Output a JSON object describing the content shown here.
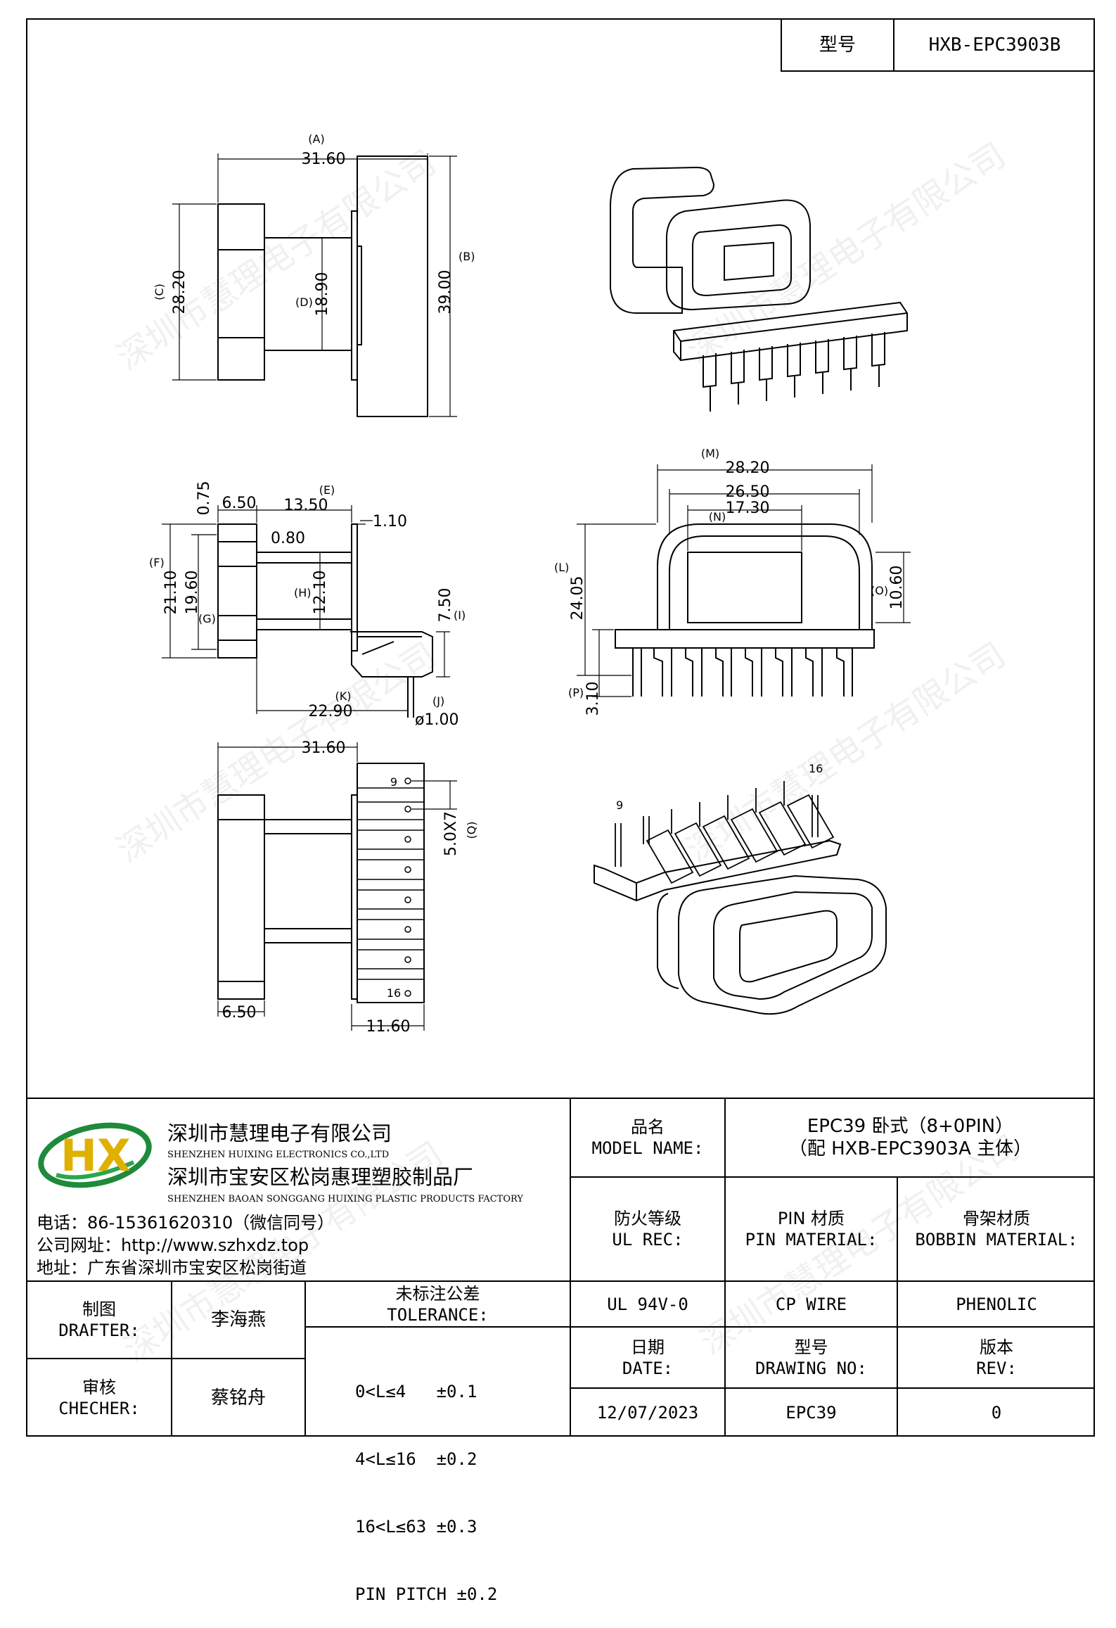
{
  "model_box": {
    "label": "型号",
    "value": "HXB-EPC3903B"
  },
  "watermark": "深圳市慧理电子有限公司",
  "dims": {
    "top": {
      "A_letter": "(A)",
      "A": "31.60",
      "B_letter": "(B)",
      "B": "39.00",
      "C_letter": "(C)",
      "C": "28.20",
      "D_letter": "(D)",
      "D": "18.90"
    },
    "mid_left": {
      "v075": "0.75",
      "v650": "6.50",
      "E_letter": "(E)",
      "v1350": "13.50",
      "v110": "1.10",
      "v080": "0.80",
      "F_letter": "(F)",
      "v2110": "21.10",
      "v1960": "19.60",
      "G_letter": "(G)",
      "H_letter": "(H)",
      "v1210": "12.10",
      "v750": "7.50",
      "I_letter": "(I)",
      "K_letter": "(K)",
      "v2290": "22.90",
      "J_letter": "(J)",
      "v100": "ø1.00"
    },
    "mid_right": {
      "M_letter": "(M)",
      "v2820": "28.20",
      "v2650": "26.50",
      "N_letter": "(N)",
      "v1730": "17.30",
      "L_letter": "(L)",
      "v2405": "24.05",
      "O_letter": "(O)",
      "v1060": "10.60",
      "P_letter": "(P)",
      "v310": "3.10"
    },
    "bottom": {
      "v3160": "31.60",
      "pin9": "9",
      "pin16": "16",
      "v5x7": "5.0X7",
      "Q_letter": "(Q)",
      "v650": "6.50",
      "v1160": "11.60"
    },
    "iso_bottom": {
      "pin9": "9",
      "pin16": "16"
    }
  },
  "title_block": {
    "company_cn": "深圳市慧理电子有限公司",
    "company_en": "SHENZHEN HUIXING ELECTRONICS CO.,LTD",
    "factory_cn": "深圳市宝安区松岗惠理塑胶制品厂",
    "factory_en": "SHENZHEN BAOAN SONGGANG HUIXING PLASTIC PRODUCTS FACTORY",
    "phone": "电话：86-15361620310（微信同号）",
    "website": "公司网址：http://www.szhxdz.top",
    "address": "地址：广东省深圳市宝安区松岗街道",
    "logo_text": "HX",
    "model_name_cn": "品名",
    "model_name_en": "MODEL NAME:",
    "model_name_value1": "EPC39 卧式（8+0PIN）",
    "model_name_value2": "（配 HXB-EPC3903A 主体）",
    "ul_cn": "防火等级",
    "ul_en": "UL REC:",
    "pin_mat_cn": "PIN 材质",
    "pin_mat_en": "PIN MATERIAL:",
    "bobbin_mat_cn": "骨架材质",
    "bobbin_mat_en": "BOBBIN MATERIAL:",
    "drafter_cn": "制图",
    "drafter_en": "DRAFTER:",
    "drafter_name": "李海燕",
    "checker_cn": "审核",
    "checker_en": "CHECHER:",
    "checker_name": "蔡铭舟",
    "tol_cn": "未标注公差",
    "tol_en": "TOLERANCE:",
    "tol_lines": [
      "0<L≤4   ±0.1",
      "4<L≤16  ±0.2",
      "16<L≤63 ±0.3",
      "PIN PITCH ±0.2"
    ],
    "ul_value": "UL 94V-0",
    "pin_mat_value": "CP WIRE",
    "bobbin_mat_value": "PHENOLIC",
    "date_cn": "日期",
    "date_en": "DATE:",
    "drawing_cn": "型号",
    "drawing_en": "DRAWING NO:",
    "rev_cn": "版本",
    "rev_en": "REV:",
    "date_value": "12/07/2023",
    "drawing_value": "EPC39",
    "rev_value": "0"
  }
}
